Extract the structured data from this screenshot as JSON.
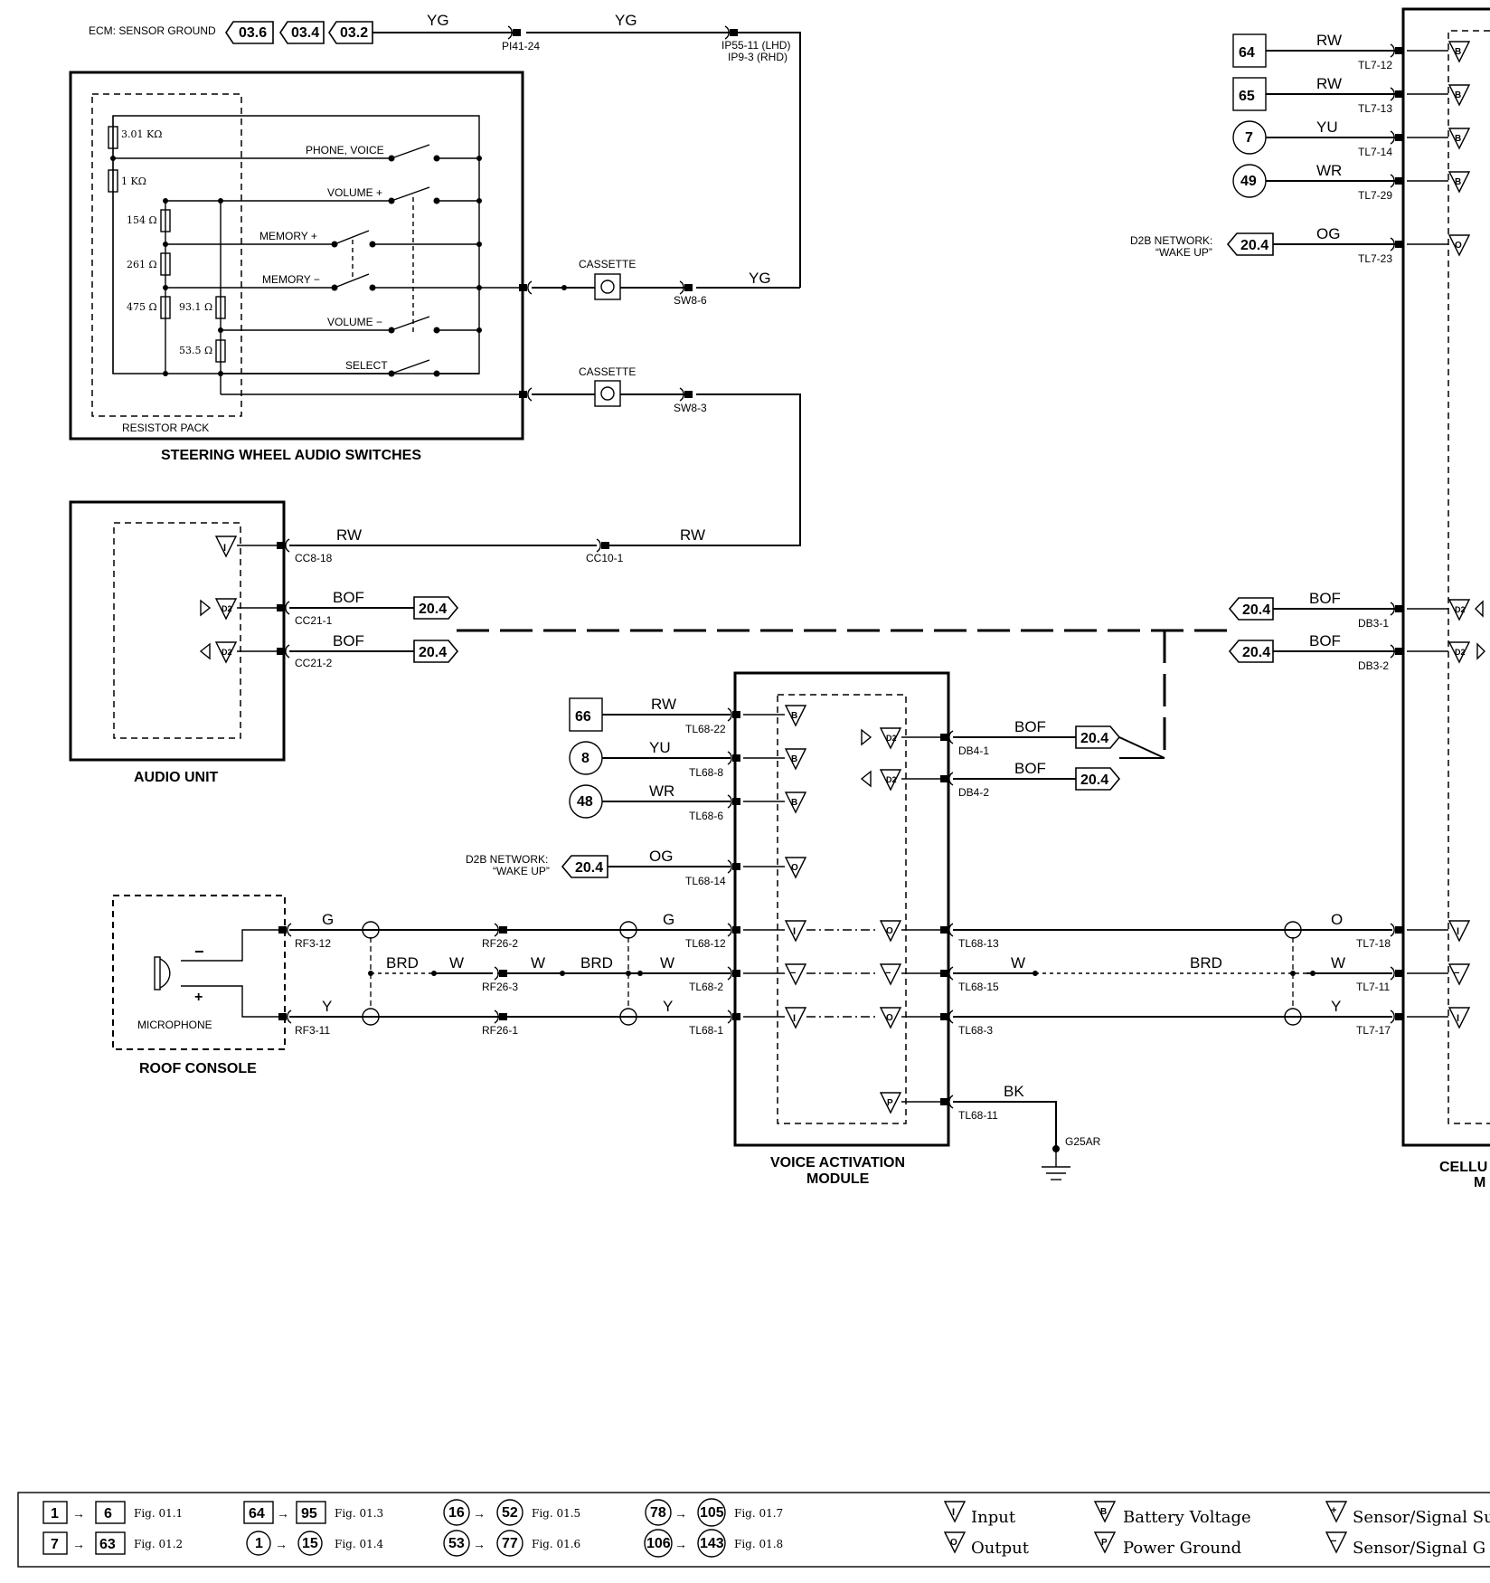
{
  "ecm": {
    "label": "ECM: SENSOR GROUND",
    "refs": [
      "03.6",
      "03.4",
      "03.2"
    ],
    "wire1": "YG",
    "wire2": "YG",
    "conn1": "PI41-24",
    "conn2": "IP55-11 (LHD)",
    "conn2b": "IP9-3 (RHD)"
  },
  "swa": {
    "title": "STEERING WHEEL AUDIO SWITCHES",
    "resistor_pack": "RESISTOR PACK",
    "resistors": [
      "3.01 KΩ",
      "1 KΩ",
      "154 Ω",
      "261 Ω",
      "475 Ω",
      "93.1 Ω",
      "53.5 Ω"
    ],
    "switches": [
      "PHONE, VOICE",
      "VOLUME +",
      "MEMORY +",
      "MEMORY −",
      "VOLUME −",
      "SELECT"
    ],
    "cassette1": "CASSETTE",
    "cassette2": "CASSETTE",
    "sw1": "SW8-6",
    "sw2": "SW8-3",
    "yg": "YG"
  },
  "audio": {
    "title": "AUDIO UNIT",
    "rw1": "RW",
    "rw2": "RW",
    "cc8": "CC8-18",
    "cc10": "CC10-1",
    "bof1": "BOF",
    "bof2": "BOF",
    "cc21a": "CC21-1",
    "cc21b": "CC21-2",
    "ref": "20.4"
  },
  "vam": {
    "title1": "VOICE ACTIVATION",
    "title2": "MODULE",
    "left": [
      {
        "ref": "66",
        "wire": "RW",
        "pin": "TL68-22"
      },
      {
        "ref": "8",
        "wire": "YU",
        "pin": "TL68-8"
      },
      {
        "ref": "48",
        "wire": "WR",
        "pin": "TL68-6"
      }
    ],
    "d2b_label1": "D2B NETWORK:",
    "d2b_label2": "“WAKE UP”",
    "d2b_ref": "20.4",
    "d2b_wire": "OG",
    "d2b_pin": "TL68-14",
    "g_pin": "TL68-12",
    "w_pin": "TL68-2",
    "y_pin": "TL68-1",
    "db41": "DB4-1",
    "db42": "DB4-2",
    "bof": "BOF",
    "ref": "20.4",
    "r13": "TL68-13",
    "r15": "TL68-15",
    "r3": "TL68-3",
    "r11": "TL68-11",
    "bk": "BK",
    "gnd": "G25AR"
  },
  "roof": {
    "title": "ROOF CONSOLE",
    "mic": "MICROPHONE",
    "rf312": "RF3-12",
    "rf311": "RF3-11",
    "rf262": "RF26-2",
    "rf263": "RF26-3",
    "rf261": "RF26-1",
    "g": "G",
    "y": "Y",
    "w": "W",
    "brd": "BRD"
  },
  "cell": {
    "title1": "CELLU",
    "title2": "M",
    "pins": [
      {
        "ref": "64",
        "wire": "RW",
        "pin": "TL7-12"
      },
      {
        "ref": "65",
        "wire": "RW",
        "pin": "TL7-13"
      },
      {
        "ref": "7",
        "wire": "YU",
        "pin": "TL7-14"
      },
      {
        "ref": "49",
        "wire": "WR",
        "pin": "TL7-29"
      }
    ],
    "d2b1": "D2B NETWORK:",
    "d2b2": "“WAKE UP”",
    "d2b_ref": "20.4",
    "og": "OG",
    "tl723": "TL7-23",
    "bof": "BOF",
    "db31": "DB3-1",
    "db32": "DB3-2",
    "ref": "20.4",
    "o": "O",
    "w": "W",
    "y": "Y",
    "brd": "BRD",
    "tl718": "TL7-18",
    "tl711": "TL7-11",
    "tl717": "TL7-17"
  },
  "legend": {
    "r1": [
      {
        "a": "1",
        "b": "6",
        "fig": "Fig. 01.1"
      },
      {
        "a": "64",
        "b": "95",
        "fig": "Fig. 01.3"
      },
      {
        "a": "16",
        "b": "52",
        "fig": "Fig. 01.5"
      },
      {
        "a": "78",
        "b": "105",
        "fig": "Fig. 01.7"
      }
    ],
    "r2": [
      {
        "a": "7",
        "b": "63",
        "fig": "Fig. 01.2"
      },
      {
        "a": "1",
        "b": "15",
        "fig": "Fig. 01.4"
      },
      {
        "a": "53",
        "b": "77",
        "fig": "Fig. 01.6"
      },
      {
        "a": "106",
        "b": "143",
        "fig": "Fig. 01.8"
      }
    ],
    "input": "Input",
    "output": "Output",
    "battery": "Battery Voltage",
    "power_ground": "Power Ground",
    "sensor_supply": "Sensor/Signal Su",
    "sensor_ground": "Sensor/Signal G"
  }
}
